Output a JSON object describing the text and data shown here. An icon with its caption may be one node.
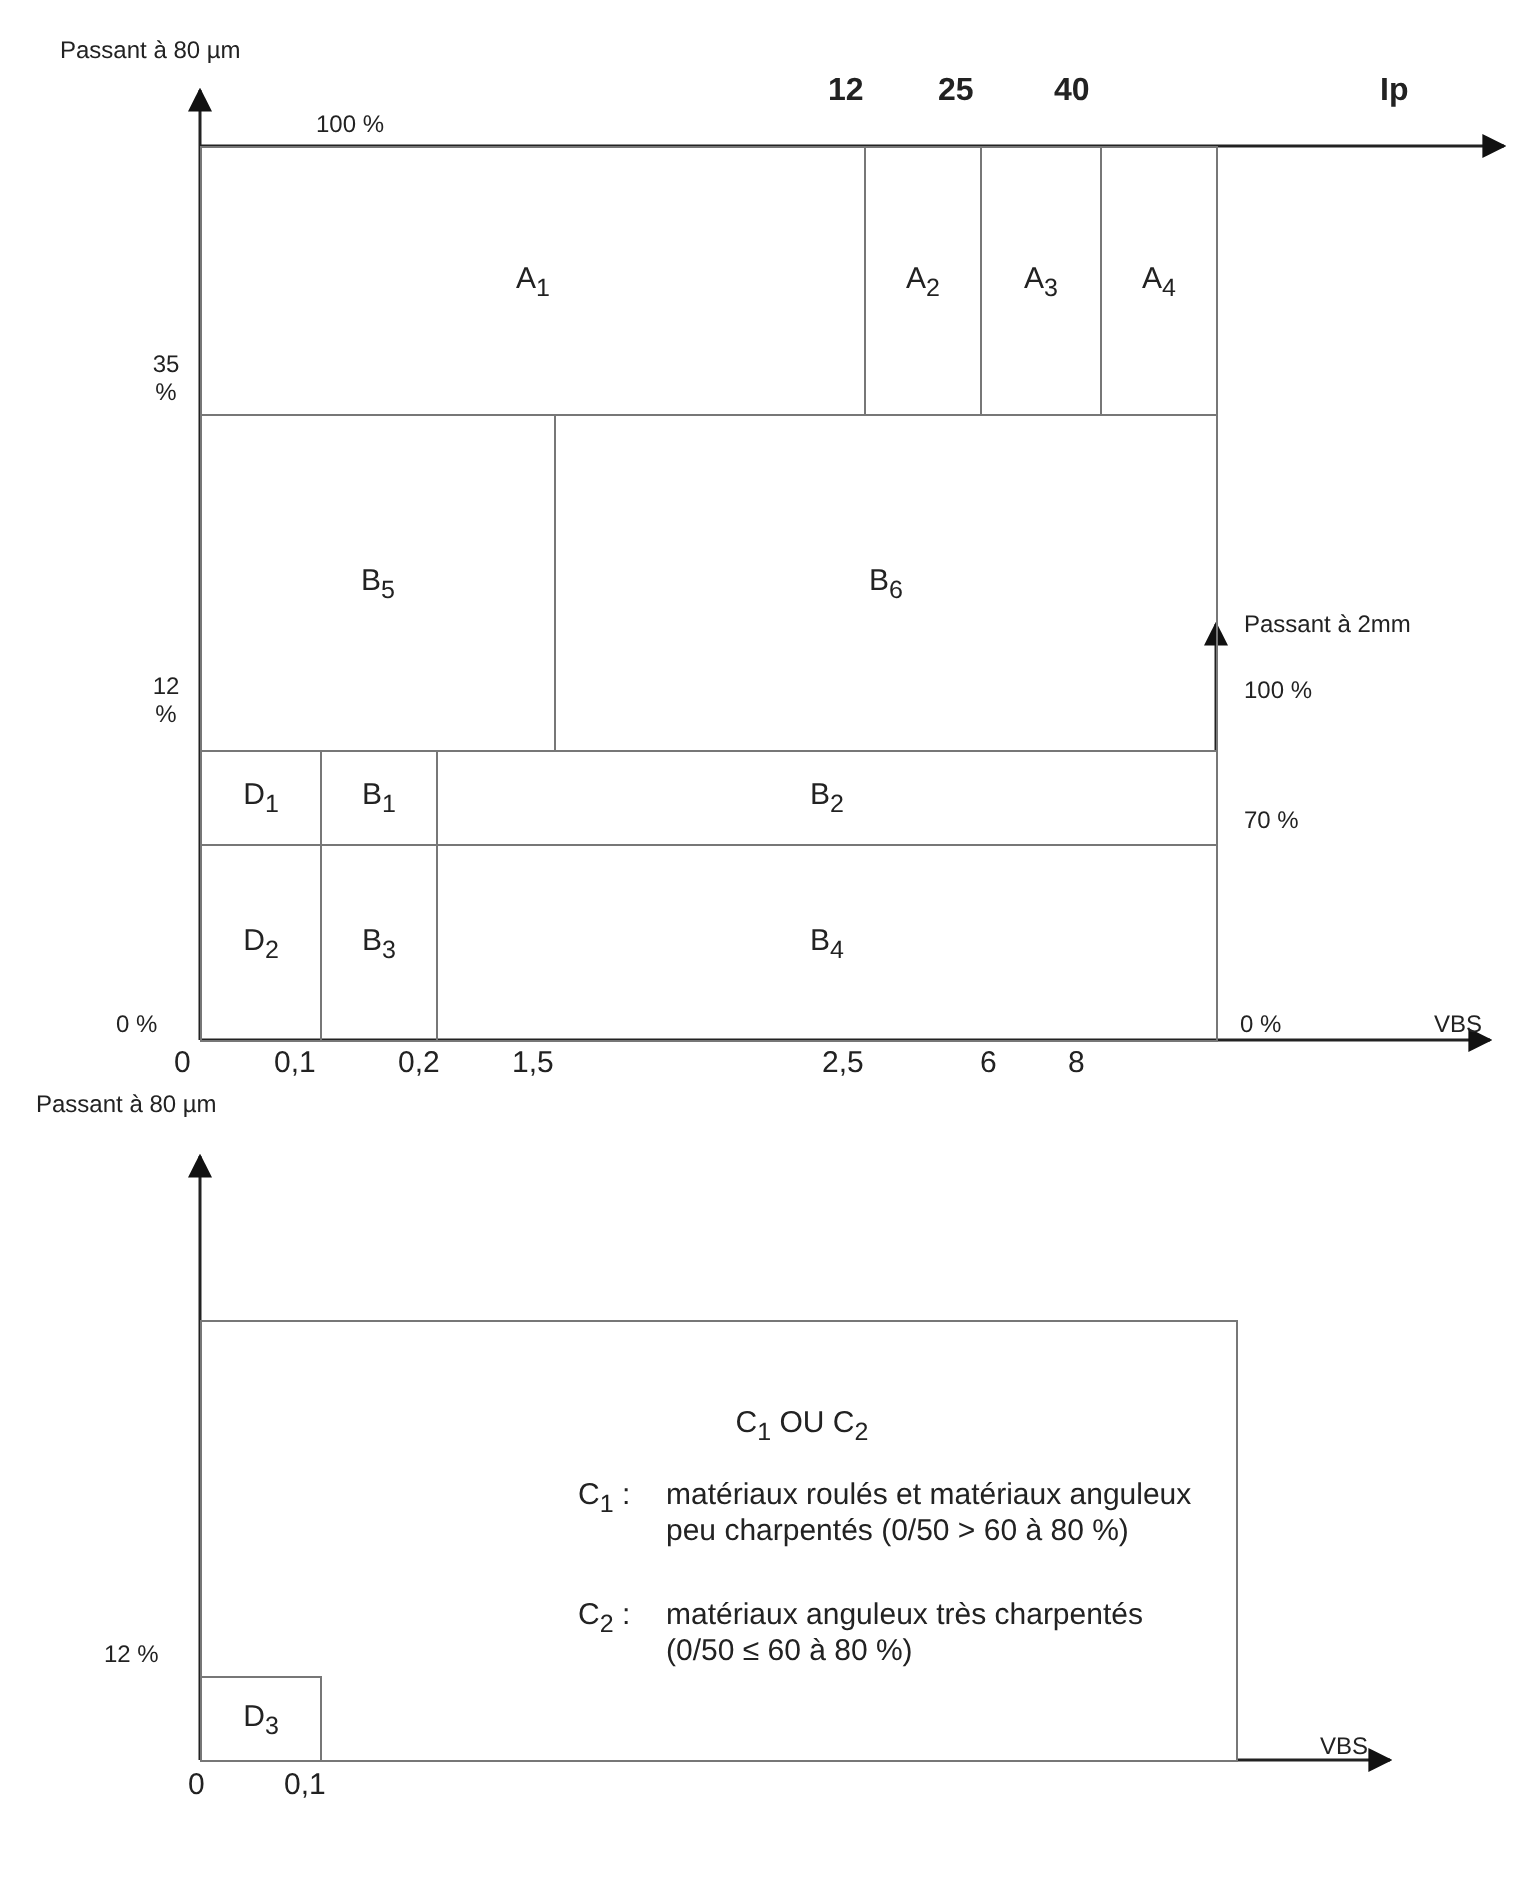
{
  "diagram": {
    "nodes": [
      {
        "text": [
          "A$_{1}$"
        ]
      },
      {
        "text": [
          "A$_{2}$"
        ]
      },
      {
        "text": [
          "A$_{3}$"
        ]
      },
      {
        "text": [
          "A$_{4}$"
        ]
      },
      {
        "text": [
          "B$_{5}$"
        ]
      },
      {
        "text": [
          "B$_{6}$"
        ]
      },
      {
        "text": [
          "D$_{1}$"
        ]
      },
      {
        "text": [
          "B$_{1}$"
        ]
      },
      {
        "text": [
          "B$_{2}$"
        ]
      },
      {
        "text": [
          "D$_{2}$"
        ]
      },
      {
        "text": [
          "B$_{3}$"
        ]
      },
      {
        "text": [
          "B$_{4}$"
        ]
      },
      {
        "text": [
          "C$_{1}$ OU C$_{2}$",
          "C$_{1}$ :",
          "matériaux roulés et matériaux anguleux peu charpentés (0/50 > 60 à 80 %)",
          "C$_{2}$ :",
          "matériaux anguleux très charpentés (0/50 ≤ 60 à 80 %)"
        ]
      },
      {
        "text": [
          "D$_{3}$"
        ],
        "in": 12
      }
    ],
    "edges": [],
    "labels": [
      "Passant à 80 µm",
      "12",
      "25",
      "40",
      "Ip",
      "100 %",
      "35 %",
      "Passant à 2mm",
      "12 %",
      "100 %",
      "70 %",
      "0 %",
      "0 %",
      "VBS",
      "0",
      "0,1",
      "0,2",
      "1,5",
      "2,5",
      "6",
      "8",
      "Passant à 80 µm",
      "12 %",
      "VBS",
      "0",
      "0,1"
    ]
  }
}
